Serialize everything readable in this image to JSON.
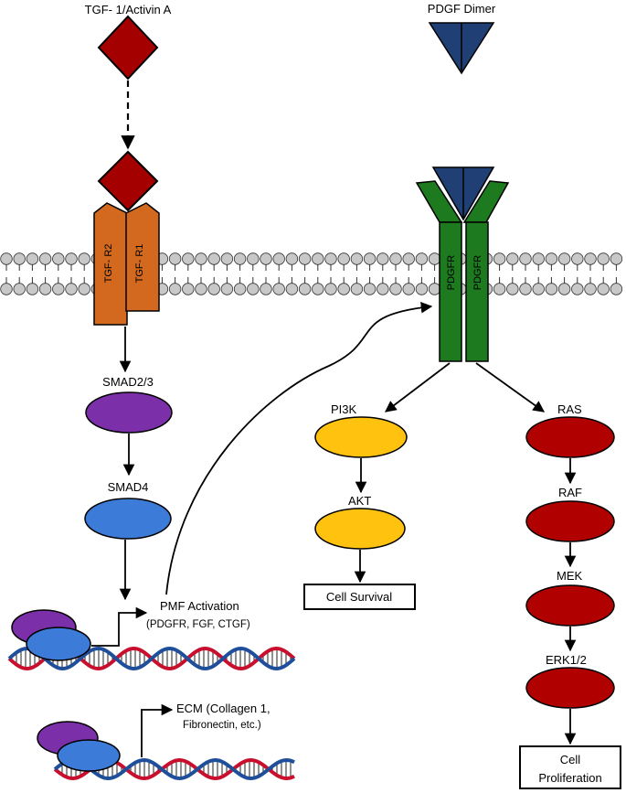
{
  "ligands": {
    "tgf": "TGF- 1/Activin A",
    "pdgf": "PDGF Dimer"
  },
  "receptors": {
    "tgf_r2": "TGF- R2",
    "tgf_r1": "TGF- R1",
    "pdgfr_left": "PDGFR",
    "pdgfr_right": "PDGFR"
  },
  "nodes": {
    "smad23": "SMAD2/3",
    "smad4": "SMAD4",
    "pi3k": "PI3K",
    "akt": "AKT",
    "ras": "RAS",
    "raf": "RAF",
    "mek": "MEK",
    "erk": "ERK1/2"
  },
  "outputs": {
    "pmf_activation": "PMF Activation",
    "pmf_targets": "(PDGFR, FGF, CTGF)",
    "ecm_line1": "ECM (Collagen 1,",
    "ecm_line2": "Fibronectin, etc.)",
    "cell_survival": "Cell Survival",
    "cell_prolif_line1": "Cell",
    "cell_prolif_line2": "Proliferation"
  },
  "colors": {
    "tgf_ligand": "#A50000",
    "tgf_receptor": "#D2691E",
    "pdgf_ligand": "#1F3F75",
    "pdgf_receptor": "#1E7A1E",
    "smad23": "#7B2FA8",
    "smad4": "#3D7BD9",
    "pi3k_akt": "#FFC20E",
    "mapk": "#B00000",
    "membrane": "#C8C8C8",
    "dna_red": "#C8102E",
    "dna_blue": "#1F4E9A"
  }
}
